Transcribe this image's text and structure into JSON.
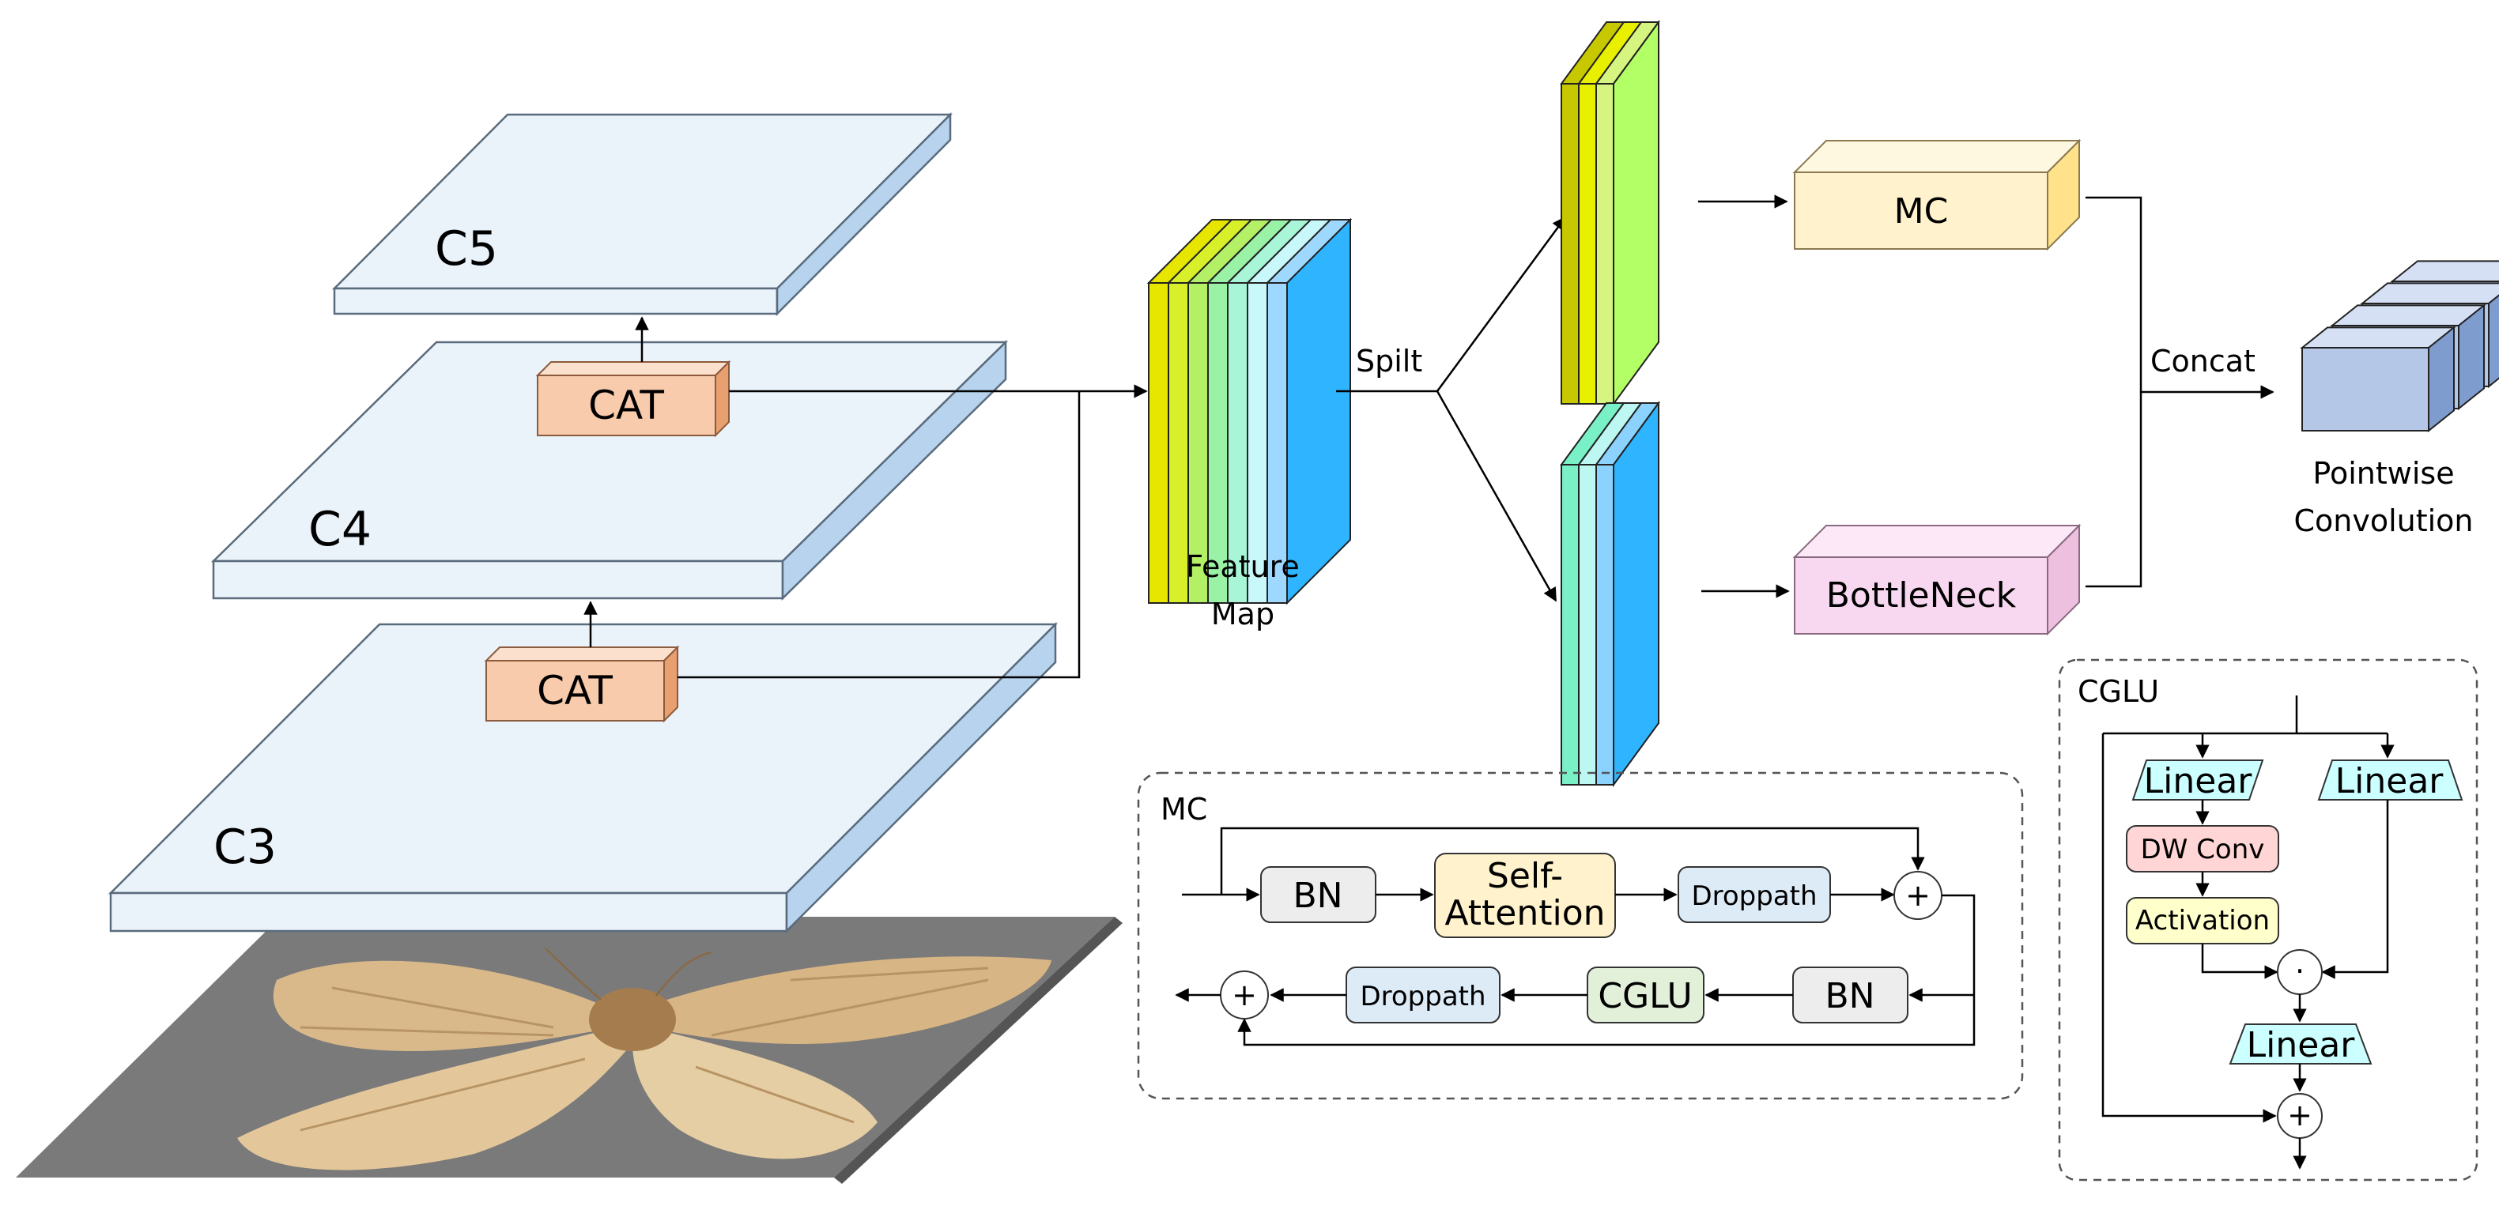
{
  "layers": {
    "c5": "C5",
    "c4": "C4",
    "c3": "C3"
  },
  "cat_blocks": {
    "upper": "CAT",
    "lower": "CAT"
  },
  "feature_map": {
    "line1": "Feature",
    "line2": "Map"
  },
  "split_label": "Spilt",
  "concat_label": "Concat",
  "branch_blocks": {
    "mc": "MC",
    "bottleneck": "BottleNeck"
  },
  "output": {
    "line1": "Pointwise",
    "line2": "Convolution"
  },
  "mc_module": {
    "title": "MC",
    "top_row": {
      "bn": "BN",
      "attention_line1": "Self-",
      "attention_line2": "Attention",
      "droppath": "Droppath",
      "plus": "+"
    },
    "bottom_row": {
      "bn": "BN",
      "cglu": "CGLU",
      "droppath": "Droppath",
      "plus": "+"
    }
  },
  "cglu_module": {
    "title": "CGLU",
    "linear_left": "Linear",
    "linear_right": "Linear",
    "dw_conv": "DW Conv",
    "activation": "Activation",
    "dot": "·",
    "linear_bottom": "Linear",
    "plus": "+"
  },
  "colors": {
    "layer_face": "#EAF2FA",
    "layer_side": "#B7D3EE",
    "cat_face": "#F8CBAD",
    "mc_face": "#FFF2CC",
    "bottleneck_face": "#F8D7F0",
    "bn_fill": "#EDEDED",
    "attention_fill": "#FFF2CC",
    "droppath_fill": "#DDEBF7",
    "cglu_fill": "#E2F0D9",
    "linear_fill": "#CCFFFF",
    "dwconv_fill": "#FFD5D5",
    "activation_fill": "#FFFFCC",
    "output_fill": "#B4C7E7"
  }
}
